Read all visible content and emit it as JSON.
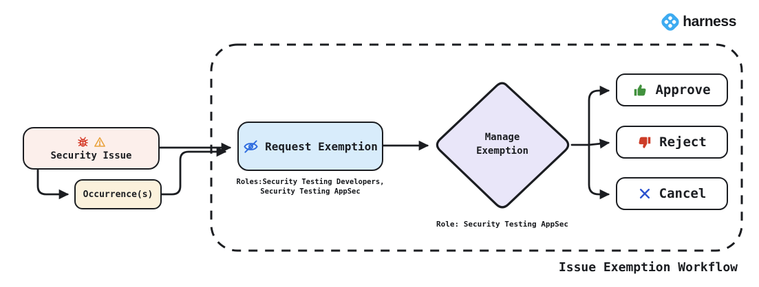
{
  "brand": {
    "name": "harness"
  },
  "caption": "Issue Exemption Workflow",
  "colors": {
    "node-pink": "#fcefeb",
    "node-cream": "#fbf1dc",
    "node-blue": "#d8ecfb",
    "node-lavender": "#e9e6f9",
    "ink": "#1b1d21",
    "bug-red": "#d63c2a",
    "warn-orange": "#e9a23b",
    "eye-blue": "#2d6bdf",
    "approve-green": "#41913d",
    "reject-red": "#cd3d28",
    "cancel-blue": "#2d53cf",
    "harness-blue": "#3dabf1"
  },
  "nodes": {
    "security_issue": {
      "label": "Security Issue",
      "icons": [
        "bug-icon",
        "warning-icon"
      ]
    },
    "occurrence": {
      "label": "Occurrence(s)"
    },
    "request_exemption": {
      "label": "Request Exemption",
      "icon": "eye-slash-icon",
      "roles_note": [
        "Roles:Security Testing Developers,",
        "Security Testing AppSec"
      ]
    },
    "manage_exemption": {
      "label": [
        "Manage",
        "Exemption"
      ],
      "role_note": "Role: Security Testing AppSec"
    },
    "outcomes": [
      {
        "label": "Approve",
        "icon": "thumbs-up-icon"
      },
      {
        "label": "Reject",
        "icon": "thumbs-down-icon"
      },
      {
        "label": "Cancel",
        "icon": "x-icon"
      }
    ]
  }
}
